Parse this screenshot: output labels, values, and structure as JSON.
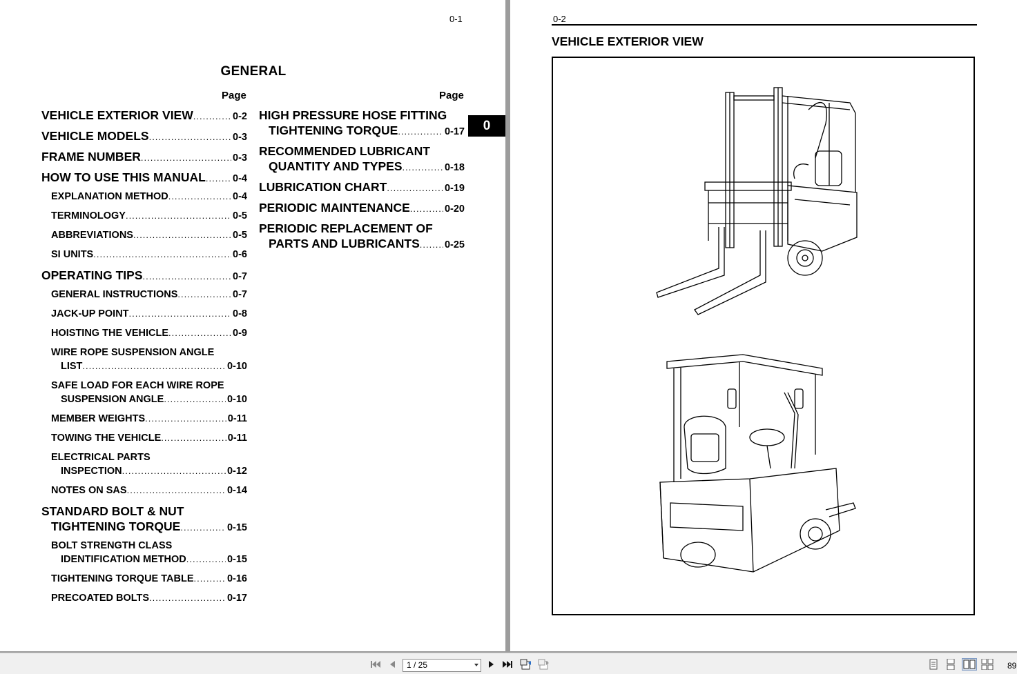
{
  "left_page": {
    "page_number": "0-1",
    "section_title": "GENERAL",
    "page_header": "Page",
    "tab_label": "0",
    "toc_left": [
      {
        "level": 1,
        "label": "VEHICLE EXTERIOR VIEW",
        "page": "0-2"
      },
      {
        "level": 1,
        "label": "VEHICLE MODELS",
        "page": "0-3"
      },
      {
        "level": 1,
        "label": "FRAME NUMBER",
        "page": "0-3"
      },
      {
        "level": 1,
        "label": "HOW TO USE THIS MANUAL",
        "page": "0-4"
      },
      {
        "level": 2,
        "label": "EXPLANATION METHOD",
        "page": "0-4"
      },
      {
        "level": 2,
        "label": "TERMINOLOGY",
        "page": "0-5"
      },
      {
        "level": 2,
        "label": "ABBREVIATIONS",
        "page": "0-5"
      },
      {
        "level": 2,
        "label": "SI UNITS",
        "page": "0-6"
      },
      {
        "level": 1,
        "label": "OPERATING TIPS",
        "page": "0-7"
      },
      {
        "level": 2,
        "label": "GENERAL INSTRUCTIONS",
        "page": "0-7"
      },
      {
        "level": 2,
        "label": "JACK-UP POINT",
        "page": "0-8"
      },
      {
        "level": 2,
        "label": "HOISTING THE VEHICLE",
        "page": "0-9"
      },
      {
        "level": 2,
        "line1": "WIRE ROPE SUSPENSION ANGLE",
        "label": "LIST",
        "page": "0-10"
      },
      {
        "level": 2,
        "line1": "SAFE LOAD FOR EACH WIRE ROPE",
        "label": "SUSPENSION ANGLE",
        "page": "0-10"
      },
      {
        "level": 2,
        "label": "MEMBER WEIGHTS",
        "page": "0-11"
      },
      {
        "level": 2,
        "label": "TOWING THE VEHICLE",
        "page": "0-11"
      },
      {
        "level": 2,
        "line1": "ELECTRICAL PARTS",
        "label": "INSPECTION",
        "page": "0-12"
      },
      {
        "level": 2,
        "label": "NOTES ON SAS",
        "page": "0-14"
      },
      {
        "level": 1,
        "line1": "STANDARD BOLT & NUT",
        "label": "TIGHTENING TORQUE",
        "page": "0-15"
      },
      {
        "level": 2,
        "line1": "BOLT STRENGTH CLASS",
        "label": "IDENTIFICATION METHOD",
        "page": "0-15"
      },
      {
        "level": 2,
        "label": "TIGHTENING TORQUE TABLE",
        "page": "0-16"
      },
      {
        "level": 2,
        "label": "PRECOATED BOLTS",
        "page": "0-17"
      }
    ],
    "toc_right": [
      {
        "level": 1,
        "line1": "HIGH PRESSURE HOSE FITTING",
        "label": "TIGHTENING TORQUE",
        "page": "0-17"
      },
      {
        "level": 1,
        "line1": "RECOMMENDED LUBRICANT",
        "label": "QUANTITY AND TYPES",
        "page": "0-18"
      },
      {
        "level": 1,
        "label": "LUBRICATION CHART",
        "page": "0-19"
      },
      {
        "level": 1,
        "label": "PERIODIC MAINTENANCE",
        "page": "0-20"
      },
      {
        "level": 1,
        "line1": "PERIODIC REPLACEMENT OF",
        "label": "PARTS AND LUBRICANTS",
        "page": "0-25"
      }
    ]
  },
  "right_page": {
    "page_number": "0-2",
    "title": "VEHICLE EXTERIOR VIEW"
  },
  "toolbar": {
    "page_field": "1 / 25",
    "zoom": "89",
    "icons": [
      "first-page-icon",
      "previous-page-icon",
      "next-page-icon",
      "last-page-icon",
      "previous-view-icon",
      "next-view-icon",
      "single-page-icon",
      "continuous-icon",
      "facing-icon",
      "continuous-facing-icon"
    ]
  }
}
